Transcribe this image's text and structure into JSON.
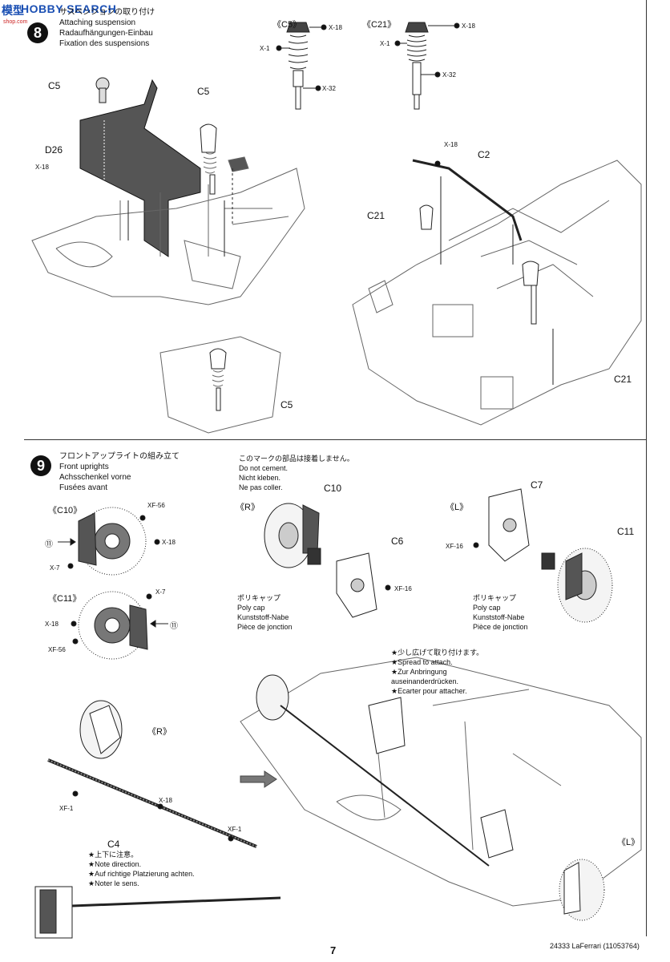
{
  "watermark": {
    "brand_cn": "模型",
    "brand": "HOBBY SEARCH",
    "site": "shop.com"
  },
  "step8": {
    "number": "8",
    "title_jp": "サスペンションの取り付け",
    "title_en": "Attaching suspension",
    "title_de": "Radaufhängungen-Einbau",
    "title_fr": "Fixation des suspensions",
    "sub_c5": "《C5》",
    "sub_c21": "《C21》",
    "labels": {
      "c5_a": "C5",
      "c5_b": "C5",
      "c5_c": "C5",
      "d26": "D26",
      "x18_a": "X-18",
      "c2": "C2",
      "x18_b": "X-18",
      "c21_a": "C21",
      "c21_b": "C21"
    },
    "parts": {
      "c5_x18": "X-18",
      "c5_x1": "X-1",
      "c5_x32": "X-32",
      "c21_x18": "X-18",
      "c21_x1": "X-1",
      "c21_x32": "X-32"
    }
  },
  "step9": {
    "number": "9",
    "title_jp": "フロントアップライトの組み立て",
    "title_en": "Front uprights",
    "title_de": "Achsschenkel vorne",
    "title_fr": "Fusées avant",
    "nocement_jp": "このマークの部品は接着しません。",
    "nocement_en": "Do not cement.",
    "nocement_de": "Nicht kleben.",
    "nocement_fr": "Ne pas coller.",
    "sub_c10": "《C10》",
    "sub_c11": "《C11》",
    "sub_r": "《R》",
    "sub_l": "《L》",
    "sub_r2": "《R》",
    "sub_l2": "《L》",
    "labels": {
      "c10": "C10",
      "c6": "C6",
      "c7": "C7",
      "c11": "C11",
      "c4": "C4"
    },
    "parts": {
      "c10_xf56": "XF-56",
      "c10_x18": "X-18",
      "c10_x7": "X-7",
      "c10_11": "⑪",
      "c11_x7": "X-7",
      "c11_x18": "X-18",
      "c11_xf56": "XF-56",
      "c11_11": "⑪",
      "c6_xf16": "XF-16",
      "c7_xf16": "XF-16",
      "c4_xf1a": "XF-1",
      "c4_x18": "X-18",
      "c4_xf1b": "XF-1"
    },
    "polycap_r": {
      "jp": "ポリキャップ",
      "en": "Poly cap",
      "de": "Kunststoff-Nabe",
      "fr": "Pièce de jonction"
    },
    "polycap_l": {
      "jp": "ポリキャップ",
      "en": "Poly cap",
      "de": "Kunststoff-Nabe",
      "fr": "Pièce de jonction"
    },
    "spread": {
      "jp": "★少し広げて取り付けます。",
      "en": "★Spread to attach.",
      "de1": "★Zur Anbringung",
      "de2": "auseinanderdrücken.",
      "fr": "★Ecarter pour attacher."
    },
    "direction": {
      "jp": "★上下に注意。",
      "en": "★Note direction.",
      "de": "★Auf richtige Platzierung achten.",
      "fr": "★Noter le sens."
    }
  },
  "footer": {
    "page": "7",
    "model": "24333  LaFerrari (11053764)"
  }
}
